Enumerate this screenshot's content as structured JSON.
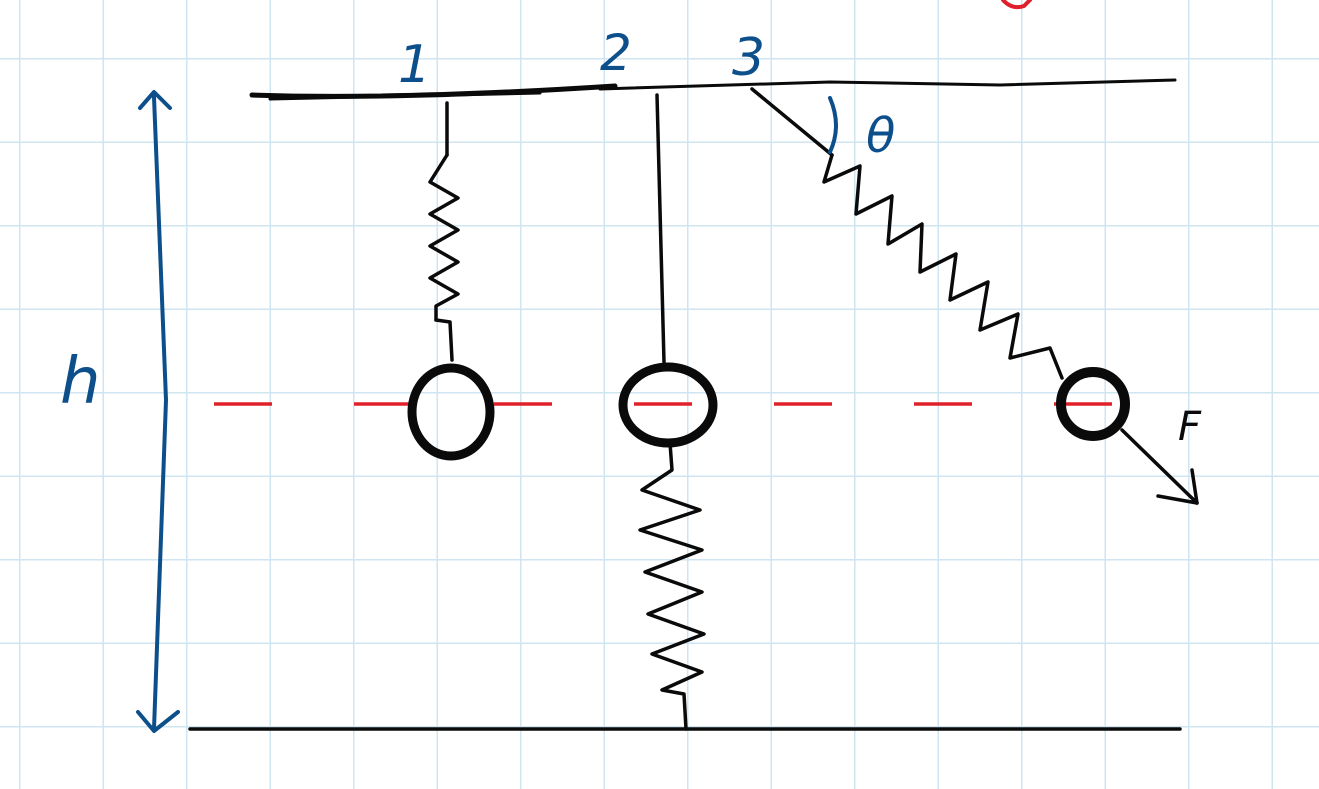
{
  "labels": {
    "pendulum_1": "1",
    "pendulum_2": "2",
    "pendulum_3": "3",
    "angle": "θ",
    "height": "h",
    "force": "F"
  },
  "colors": {
    "ink": "#0a0a0a",
    "label_blue": "#0d4f8b",
    "reference_line_red": "#e0202a",
    "grid": "#cfe6f2"
  }
}
